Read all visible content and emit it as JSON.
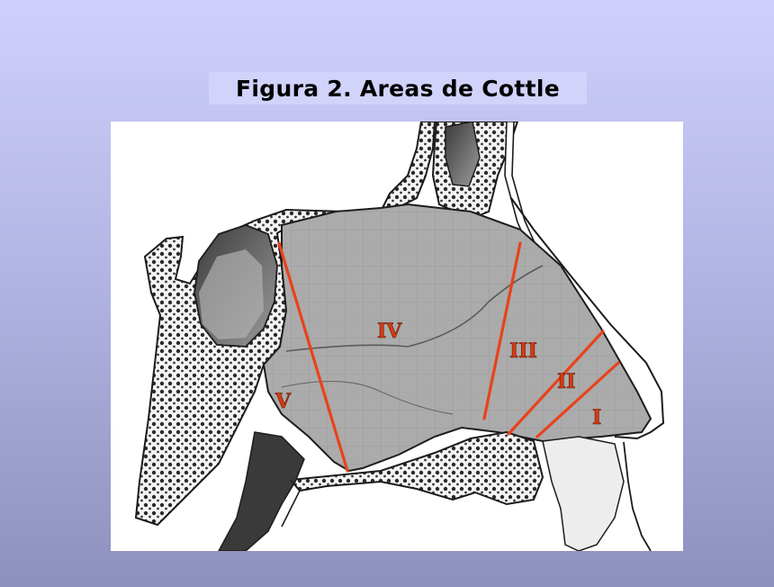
{
  "slide": {
    "title": "Figura 2. Areas de Cottle"
  },
  "figure": {
    "area_labels": {
      "I": "I",
      "II": "II",
      "III": "III",
      "IV": "IV",
      "V": "V"
    },
    "colors": {
      "divider_lines": "#e8421b",
      "label_fill": "#d83a12",
      "bone_outline": "#1c1c1c",
      "mucosa_fill": "#a9a9a9"
    }
  }
}
